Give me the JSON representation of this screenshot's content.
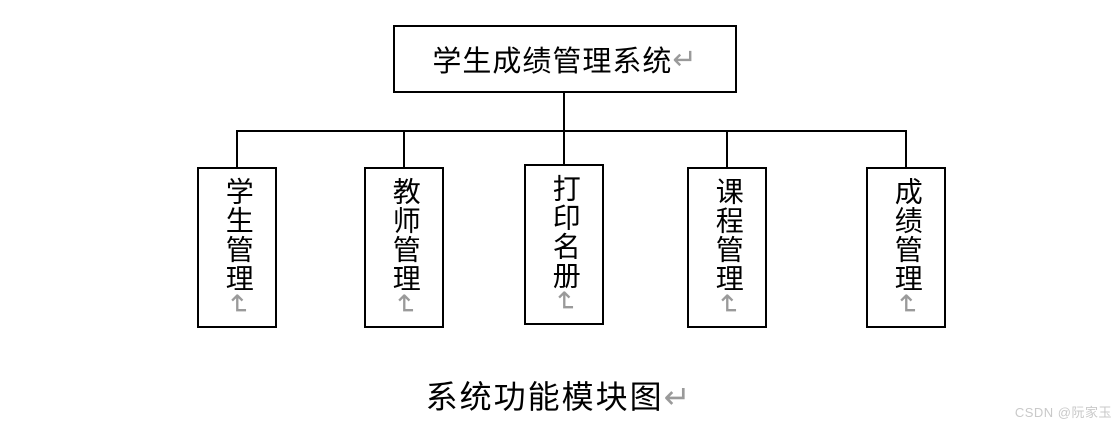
{
  "diagram": {
    "root": {
      "label": "学生成绩管理系统"
    },
    "children": [
      {
        "label": "学生管理"
      },
      {
        "label": "教师管理"
      },
      {
        "label": "打印名册"
      },
      {
        "label": "课程管理"
      },
      {
        "label": "成绩管理"
      }
    ],
    "caption": "系统功能模块图",
    "paragraph_mark": "↵"
  },
  "watermark": "CSDN @阮家玉",
  "colors": {
    "line": "#000000",
    "border": "#000000",
    "text": "#000000",
    "paragraph_mark": "#9a9a9a",
    "watermark": "#c9c9c9",
    "background": "#ffffff"
  }
}
